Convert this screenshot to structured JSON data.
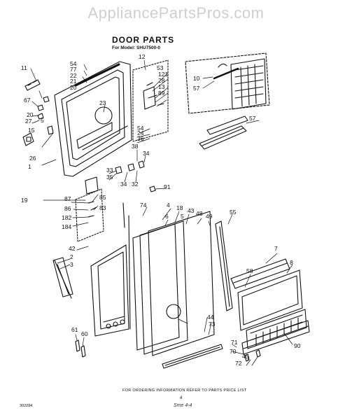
{
  "watermark": "AppliancePartsPros.com",
  "title": "DOOR PARTS",
  "subtitle": "For Model: SHU7500-0",
  "footer_note": "FOR ORDERING INFORMATION REFER TO PARTS PRICE LIST",
  "page_number": "4",
  "drawing_code": "302284",
  "signature": "Sme 4-4",
  "part_labels": [
    "11",
    "54",
    "77",
    "22",
    "21",
    "20",
    "67",
    "20",
    "27",
    "5",
    "15",
    "26",
    "1",
    "23",
    "12",
    "53",
    "121",
    "28",
    "13",
    "89",
    "10",
    "57",
    "54",
    "24",
    "36",
    "57",
    "38",
    "34",
    "33",
    "35",
    "34",
    "32",
    "19",
    "87",
    "85",
    "86",
    "182",
    "83",
    "184",
    "91",
    "74",
    "4",
    "6",
    "18",
    "5",
    "43",
    "48",
    "49",
    "55",
    "42",
    "2",
    "3",
    "7",
    "8",
    "58",
    "44",
    "73",
    "61",
    "60",
    "71",
    "70",
    "45",
    "90",
    "72"
  ]
}
